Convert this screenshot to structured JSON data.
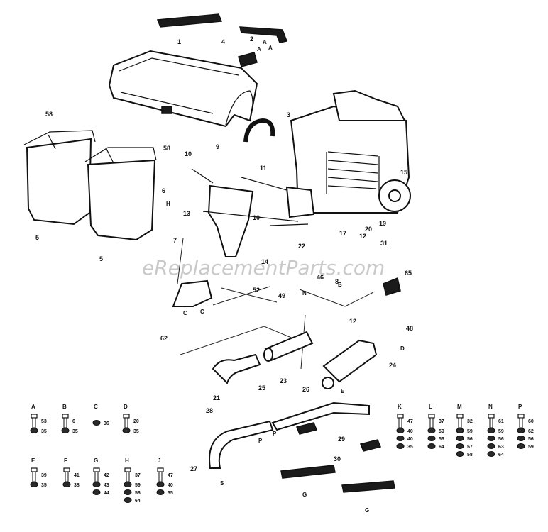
{
  "watermark": "eReplacementParts.com",
  "colors": {
    "ink": "#111111",
    "paper": "#ffffff",
    "watermark": "#c9c9c9"
  },
  "callouts": [
    "1",
    "2",
    "3",
    "4",
    "5",
    "5",
    "6",
    "7",
    "8",
    "9",
    "10",
    "10",
    "11",
    "12",
    "12",
    "13",
    "14",
    "15",
    "17",
    "19",
    "20",
    "21",
    "22",
    "23",
    "24",
    "25",
    "26",
    "27",
    "28",
    "29",
    "30",
    "31",
    "46",
    "48",
    "49",
    "52",
    "58",
    "58",
    "62",
    "65"
  ],
  "letters": [
    "A",
    "A",
    "A",
    "B",
    "C",
    "C",
    "D",
    "E",
    "G",
    "G",
    "H",
    "N",
    "P",
    "P",
    "S"
  ],
  "hardware_legend": [
    {
      "key": "A",
      "items": [
        "53",
        "35"
      ]
    },
    {
      "key": "B",
      "items": [
        "6",
        "35"
      ]
    },
    {
      "key": "C",
      "items": [
        "36"
      ]
    },
    {
      "key": "D",
      "items": [
        "20",
        "35"
      ]
    },
    {
      "key": "E",
      "items": [
        "39",
        "35"
      ]
    },
    {
      "key": "F",
      "items": [
        "41",
        "38"
      ]
    },
    {
      "key": "G",
      "items": [
        "42",
        "43",
        "44"
      ]
    },
    {
      "key": "H",
      "items": [
        "37",
        "59",
        "56",
        "64"
      ]
    },
    {
      "key": "J",
      "items": [
        "47",
        "40",
        "35"
      ]
    },
    {
      "key": "K",
      "items": [
        "47",
        "40",
        "40",
        "35"
      ]
    },
    {
      "key": "L",
      "items": [
        "37",
        "59",
        "56",
        "64"
      ]
    },
    {
      "key": "M",
      "items": [
        "32",
        "59",
        "56",
        "57",
        "58"
      ]
    },
    {
      "key": "N",
      "items": [
        "61",
        "59",
        "56",
        "63",
        "64"
      ]
    },
    {
      "key": "P",
      "items": [
        "60",
        "62",
        "56",
        "59"
      ]
    }
  ]
}
